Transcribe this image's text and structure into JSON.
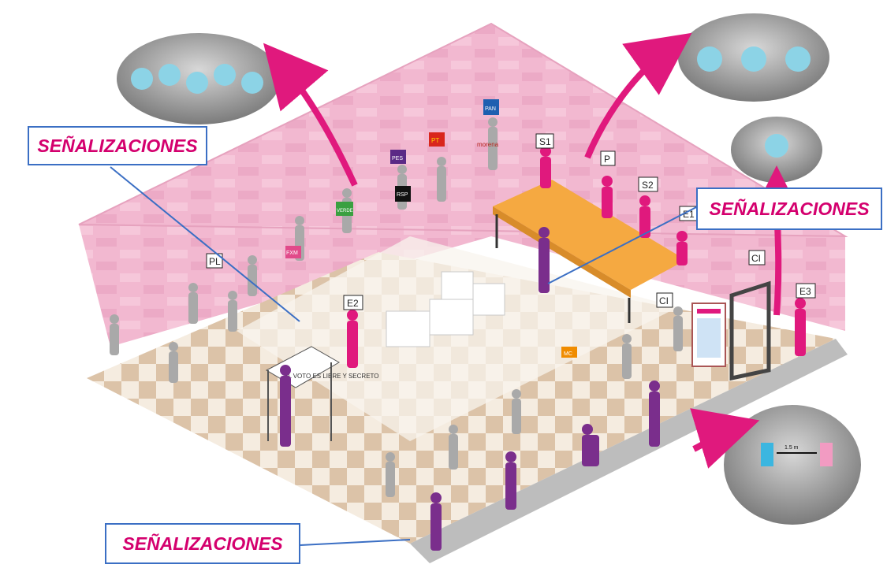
{
  "callouts": [
    "SEÑALIZACIONES",
    "SEÑALIZACIONES",
    "SEÑALIZACIONES"
  ],
  "roles": {
    "s1": "S1",
    "p": "P",
    "s2": "S2",
    "e1": "E1",
    "e2": "E2",
    "e3": "E3",
    "ci_wall": "CI",
    "ci_table": "CI",
    "pl": "PL"
  },
  "party_labels": {
    "pan": "PAN",
    "pt": "PT",
    "pes": "PES",
    "pvem": "VERDE",
    "morena": "morena",
    "rsp": "RSP",
    "fxm": "FXM",
    "mc": "MC"
  },
  "distance_label": "1.5 m",
  "ballot_screen_text": "EL VOTO ES LIBRE Y SECRETO",
  "colors": {
    "wall": "#f2b8d0",
    "floor_light": "#f5ece0",
    "floor_dark": "#dcc3a8",
    "magenta": "#e0197d",
    "purple": "#7a2e8c",
    "gray_figure": "#a9a9a9",
    "table": "#f5a941",
    "callout_text": "#d4006e",
    "callout_border": "#3b6fc4",
    "arrow": "#e0197d"
  }
}
